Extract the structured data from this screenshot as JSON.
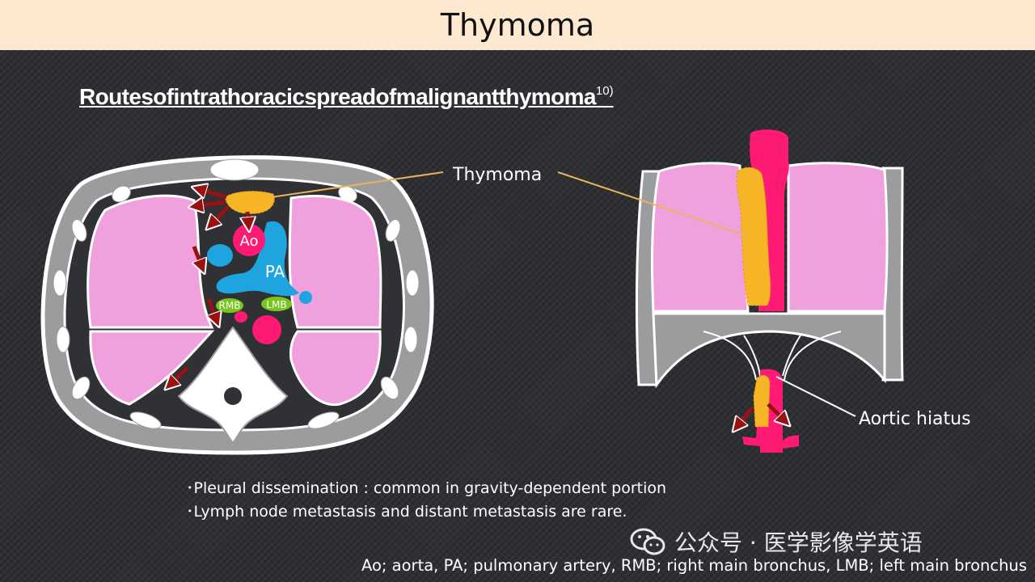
{
  "header": {
    "title": "Thymoma"
  },
  "heading": {
    "text": "Routesofintrathoracicspreadofmalignantthymoma",
    "ref": "10)"
  },
  "axial_diagram": {
    "labels": {
      "ao": "Ao",
      "pa": "PA",
      "rmb": "RMB",
      "lmb": "LMB"
    }
  },
  "coronal_diagram": {
    "labels": {
      "thymoma": "Thymoma",
      "aortic_hiatus": "Aortic hiatus"
    }
  },
  "bullets": [
    "･Pleural dissemination : common in gravity-dependent portion",
    "･Lymph node metastasis and distant metastasis are rare."
  ],
  "watermark": {
    "text": "公众号 · 医学影像学英语",
    "icon": "wechat-icon"
  },
  "footnote": "Ao; aorta, PA; pulmonary artery, RMB; right main bronchus, LMB; left main bronchus",
  "colors": {
    "header_bg": "#fde9cf",
    "lung": "#f0a0dc",
    "aorta": "#ff1a74",
    "pulmonary_artery": "#1ea5e0",
    "bronchus": "#7ac51c",
    "thymoma": "#f5b526",
    "arrow": "#9a1111"
  }
}
